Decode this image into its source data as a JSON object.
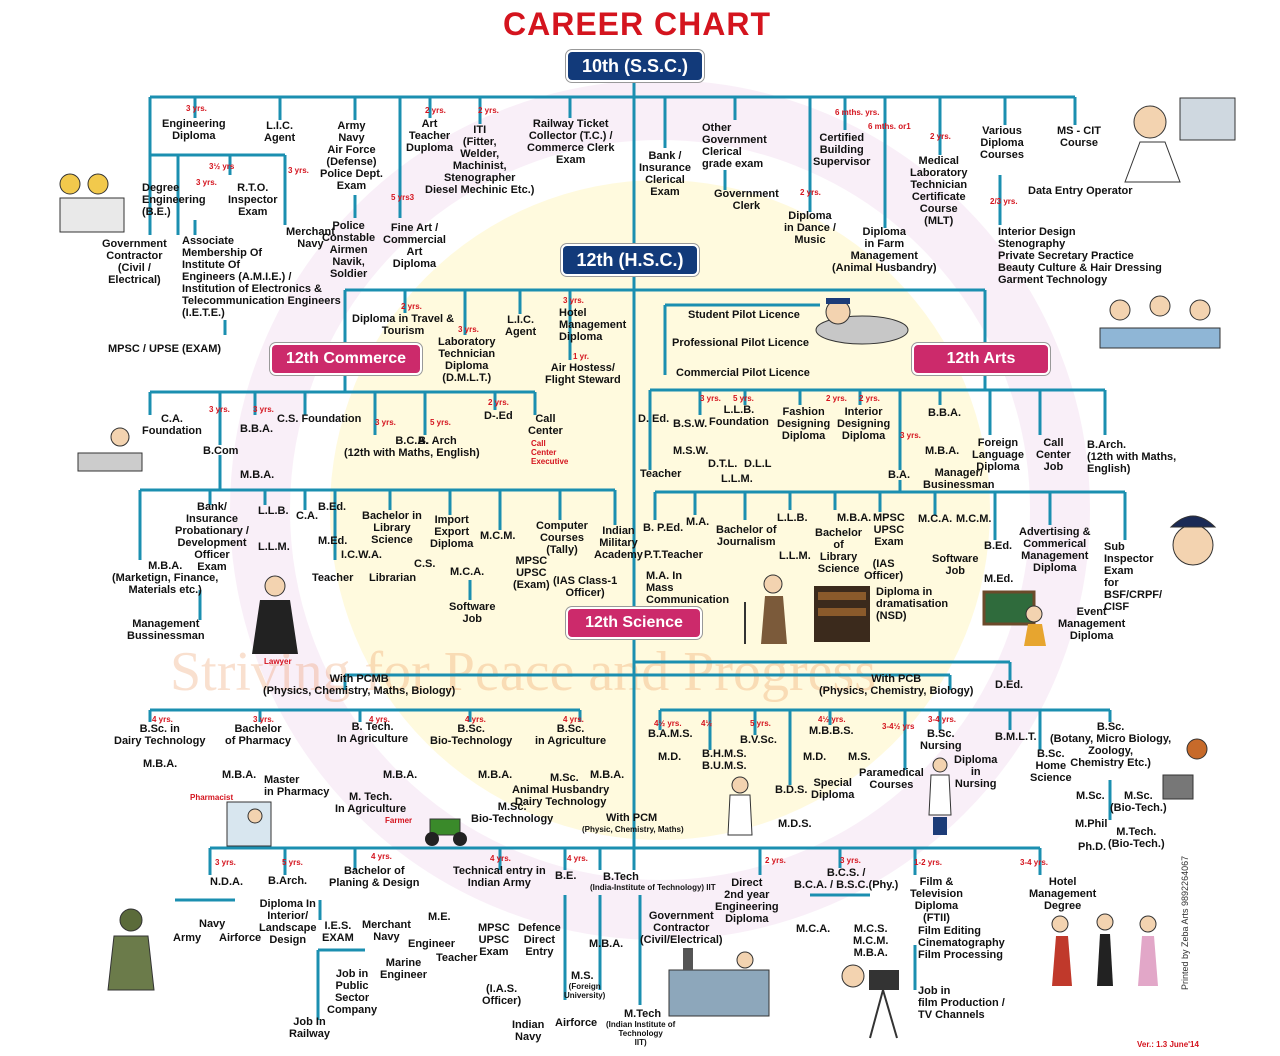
{
  "title": "CAREER CHART",
  "watermark": "Striving for Peace and Progress",
  "version": "Ver.: 1.3 June'14",
  "printer": "Printed by Zeba Arts 9892264067",
  "colors": {
    "line": "#1b8fb0",
    "title_red": "#d4141e",
    "navy_box": "#123a7a",
    "pink_box": "#cc2a6b",
    "label": "#111111"
  },
  "icons": [
    "engineers-icon",
    "computer-worker-icon",
    "pilot-plane-icon",
    "group-meeting-icon",
    "technician-icon",
    "police-icon",
    "lawyer-icon",
    "speaker-icon",
    "library-icon",
    "teacher-board-icon",
    "doctor-icon",
    "nurse-icon",
    "microscope-icon",
    "pharmacist-icon",
    "tractor-icon",
    "soldier-icon",
    "factory-icon",
    "cameraman-icon",
    "dancers-icon"
  ],
  "nodes": {
    "ssc": "10th (S.S.C.)",
    "hsc": "12th (H.S.C.)",
    "commerce": "12th Commerce",
    "arts": "12th Arts",
    "science": "12th Science"
  },
  "ssc_branch": {
    "engg_dip": "Engineering\nDiploma",
    "lic": "L.I.C.\nAgent",
    "army": "Army\nNavy\nAir Force\n(Defense)\nPolice Dept.\nExam",
    "art_teacher": "Art\nTeacher\nDuploma",
    "iti": "ITI\n(Fitter,\nWelder,\nMachinist,\nStenographer\nDiesel Mechinic Etc.)",
    "railway": "Railway Ticket\nCollector (T.C.) /\nCommerce Clerk\nExam",
    "bank": "Bank /\nInsurance\nClerical\nExam",
    "other_govt": "Other\nGovernment\nClerical\ngrade exam",
    "govt_clerk": "Government\nClerk",
    "building": "Certified\nBuilding\nSupervisor",
    "mlt": "Medical\nLaboratory\nTechnician\nCertificate\nCourse\n(MLT)",
    "various_dip": "Various\nDiploma\nCourses",
    "ms_cit": "MS - CIT\nCourse",
    "data_entry": "Data Entry Operator",
    "degree_engg": "Degree\nEngineering\n(B.E.)",
    "rto": "R.T.O.\nInspector\nExam",
    "merchant_navy": "Merchant\nNavy",
    "govt_contractor": "Government\nContractor\n(Civil /\nElectrical)",
    "amie": "Associate\nMembership Of\nInstitute Of\nEngineers (A.M.I.E.) /\nInstitution of Electronics &\nTelecommunication Engineers\n(I.E.T.E.)",
    "police": "Police\nConstable\nAirmen\nNavik,\nSoldier",
    "fine_art": "Fine Art /\nCommercial\nArt\nDiploma",
    "dance": "Diploma\nin Dance /\nMusic",
    "farm": "Diploma\nin Farm\nManagement\n(Animal Husbandry)",
    "interior_list": "Interior Design\nStenography\nPrivate Secretary Practice\nBeauty Culture & Hair Dressing\nGarment Technology",
    "mpsc": "MPSC / UPSE (EXAM)"
  },
  "hsc_branch": {
    "travel": "Diploma in Travel &\nTourism",
    "dmlt": "Laboratory\nTechnician\nDiploma\n(D.M.L.T.)",
    "lic": "L.I.C.\nAgent",
    "hotel": "Hotel\nManagement\nDiploma",
    "hostess": "Air Hostess/\nFlight Steward",
    "student_pilot": "Student Pilot Licence",
    "pro_pilot": "Professional Pilot Licence",
    "com_pilot": "Commercial Pilot Licence"
  },
  "commerce_branch": {
    "ca_found": "C.A.\nFoundation",
    "bcom": "B.Com",
    "bba": "B.B.A.",
    "cs_found": "C.S. Foundation",
    "bca": "B.C.A.\n(12th with Maths, English)",
    "barch": "B. Arch",
    "ded": "D-.Ed",
    "call_center": "Call\nCenter",
    "call_exec": "Call\nCenter\nExecutive",
    "mba_top": "M.B.A.",
    "bank_po": "Bank/\nInsurance\nProbationary /\nDevelopment\nOfficer\nExam",
    "llb": "L.L.B.",
    "llm": "L.L.M.",
    "ca": "C.A.",
    "bed": "B.Ed.",
    "med": "M.Ed.",
    "blib": "Bachelor in\nLibrary\nScience",
    "icwa": "I.C.W.A.",
    "cs": "C.S.",
    "teacher": "Teacher",
    "librarian": "Librarian",
    "import_export": "Import\nExport\nDiploma",
    "mcm": "M.C.M.",
    "mca": "M.C.A.",
    "software": "Software\nJob",
    "mpsc": "MPSC\nUPSC\n(Exam)",
    "tally": "Computer\nCourses\n(Tally)",
    "ias": "(IAS Class-1\nOfficer)",
    "military": "Indian\nMilitary\nAcademy",
    "mba_list": "M.B.A.\n(Marketign, Finance,\nMaterials etc.)",
    "mgmt": "Management\nBussinessman",
    "lawyer": "Lawyer"
  },
  "arts_branch": {
    "ded": "D. Ed.",
    "teacher": "Teacher",
    "bsw": "B.S.W.",
    "msw": "M.S.W.",
    "llb_found": "L.L.B.\nFoundation",
    "dtl": "D.T.L.",
    "dll": "D.L.L",
    "llm": "L.L.M.",
    "fashion": "Fashion\nDesigning\nDiploma",
    "interior": "Interior\nDesigning\nDiploma",
    "bba": "B.B.A.",
    "mba": "M.B.A.",
    "manager": "Manager/\nBusinessman",
    "ba": "B.A.",
    "foreign": "Foreign\nLanguage\nDiploma",
    "call_center": "Call\nCenter\nJob",
    "barch": "B.Arch.\n(12th with Maths,\nEnglish)",
    "bped": "B. P.Ed.",
    "ma": "M.A.",
    "pt_teacher": "P.T.Teacher",
    "ma_mass": "M.A. In\nMass\nCommunication",
    "journalism": "Bachelor of\nJournalism",
    "llb": "L.L.B.",
    "llm2": "L.L.M.",
    "blib": "Bachelor\nof\nLibrary\nScience",
    "mba2": "M.B.A.",
    "mpsc": "MPSC\nUPSC\nExam",
    "ias": "(IAS\nOfficer)",
    "mca": "M.C.A.",
    "mcm": "M.C.M.",
    "software": "Software\nJob",
    "bed": "B.Ed.",
    "med": "M.Ed.",
    "nsd": "Diploma in\ndramatisation\n(NSD)",
    "advertising": "Advertising &\nCommerical\nManagement\nDiploma",
    "event": "Event\nManagement\nDiploma",
    "sub_inspector": "Sub\nInspector\nExam\nfor\nBSF/CRPF/\nCISF"
  },
  "science_branch": {
    "pcmb": "With PCMB\n(Physics, Chemistry, Maths, Biology)",
    "pcb": "With PCB\n(Physics, Chemistry, Biology)",
    "ded": "D.Ed.",
    "bsc_dairy": "B.Sc. in\nDairy Technology",
    "mba1": "M.B.A.",
    "bpharm": "Bachelor\nof Pharmacy",
    "mba2": "M.B.A.",
    "mpharm": "Master\nin Pharmacy",
    "pharmacist": "Pharmacist",
    "btech_agri": "B. Tech.\nIn Agriculture",
    "mtech_agri": "M. Tech.\nIn Agriculture",
    "mba3": "M.B.A.",
    "farmer": "Farmer",
    "bsc_bio": "B.Sc.\nBio-Technology",
    "mba4": "M.B.A.",
    "msc_bio": "M.Sc.\nBio-Technology",
    "bsc_agri": "B.Sc.\nin Agriculture",
    "msc": "M.Sc.",
    "mba5": "M.B.A.",
    "animal": "Animal Husbandry\nDairy Technology",
    "pcm": "With PCM",
    "pcm_sub": "(Physic, Chemistry, Maths)",
    "bams": "B.A.M.S.",
    "md1": "M.D.",
    "bhms": "B.H.M.S.\nB.U.M.S.",
    "bvsc": "B.V.Sc.",
    "bds": "B.D.S.",
    "mds": "M.D.S.",
    "mbbs": "M.B.B.S.",
    "md2": "M.D.",
    "ms": "M.S.",
    "special": "Special\nDiploma",
    "paramedical": "Paramedical\nCourses",
    "bsc_nursing": "B.Sc.\nNursing",
    "dip_nursing": "Diploma\nin\nNursing",
    "bmlt": "B.M.L.T.",
    "home_sci": "B.Sc.\nHome\nScience",
    "bsc_bot": "B.Sc.\n(Botany, Micro Biology,\nZoology,\nChemistry Etc.)",
    "msc2": "M.Sc.",
    "msc_biotech": "M.Sc.\n(Bio-Tech.)",
    "mphil": "M.Phil",
    "phd": "Ph.D.",
    "mtech_bio": "M.Tech.\n(Bio-Tech.)"
  },
  "pcm_branch": {
    "nda": "N.D.A.",
    "army": "Army",
    "navy": "Navy",
    "airforce": "Airforce",
    "barch": "B.Arch.",
    "dip_interior": "Diploma In\nInterior/\nLandscape\nDesign",
    "bplan": "Bachelor of\nPlaning & Design",
    "ies": "I.E.S.\nEXAM",
    "psu": "Job in\nPublic\nSector\nCompany",
    "railway": "Job In\nRailway",
    "merchant": "Merchant\nNavy",
    "marine": "Marine\nEngineer",
    "me": "M.E.",
    "engineer": "Engineer",
    "teacher": "Teacher",
    "tech_army": "Technical entry in\nIndian Army",
    "mpsc": "MPSC\nUPSC\nExam",
    "ias": "(I.A.S.\nOfficer)",
    "defence": "Defence\nDirect\nEntry",
    "indian_navy": "Indian\nNavy",
    "airforce2": "Airforce",
    "be": "B.E.",
    "btech": "B.Tech",
    "btech_sub": "(India-Institute of Technology) IIT",
    "mba": "M.B.A.",
    "ms": "M.S.",
    "ms_sub": "(Foreign\nUniversity)",
    "mtech": "M.Tech",
    "mtech_sub": "(Indian Institute of\nTechnology\nIIT)",
    "govt_contractor": "Government\nContractor\n(Civil/Electrical)",
    "direct": "Direct\n2nd year\nEngineering\nDiploma",
    "bcs": "B.C.S. /\nB.C.A. / B.S.C.(Phy.)",
    "mca": "M.C.A.",
    "mcs": "M.C.S.\nM.C.M.\nM.B.A.",
    "film": "Film &\nTelevision\nDiploma\n(FTII)",
    "film_list": "Film Editing\nCinematography\nFilm Processing",
    "film_job": "Job in\nfilm Production /\nTV Channels",
    "hotel": "Hotel\nManagement\nDegree"
  },
  "durations": [
    {
      "text": "3 yrs.",
      "n": "d1"
    },
    {
      "text": "2 yrs.",
      "n": "d2"
    },
    {
      "text": "2 yrs.",
      "n": "d3"
    },
    {
      "text": "3½ yrs",
      "n": "d4"
    },
    {
      "text": "3 yrs.",
      "n": "d5"
    },
    {
      "text": "3 yrs.",
      "n": "d6"
    },
    {
      "text": "5 yrs3",
      "n": "d7"
    },
    {
      "text": "6 mths. yrs.",
      "n": "d8"
    },
    {
      "text": "6 mths. or1",
      "n": "d9"
    },
    {
      "text": "2 yrs.",
      "n": "d10"
    },
    {
      "text": "2/3 yrs.",
      "n": "d11"
    },
    {
      "text": "2 yrs.",
      "n": "d12"
    },
    {
      "text": "2 yrs.",
      "n": "d13"
    },
    {
      "text": "3 yrs.",
      "n": "d14"
    },
    {
      "text": "3 yrs.",
      "n": "d15"
    },
    {
      "text": "1 yr.",
      "n": "d16"
    },
    {
      "text": "3 yrs.",
      "n": "d17"
    },
    {
      "text": "3 yrs.",
      "n": "d18"
    },
    {
      "text": "3 yrs.",
      "n": "d19"
    },
    {
      "text": "5 yrs.",
      "n": "d20"
    },
    {
      "text": "2 yrs.",
      "n": "d21"
    },
    {
      "text": "3 yrs.",
      "n": "d22"
    },
    {
      "text": "5 yrs.",
      "n": "d23"
    },
    {
      "text": "2 yrs.",
      "n": "d24"
    },
    {
      "text": "2 yrs.",
      "n": "d25"
    },
    {
      "text": "3 yrs.",
      "n": "d26"
    },
    {
      "text": "4 yrs.",
      "n": "d27"
    },
    {
      "text": "3 yrs.",
      "n": "d28"
    },
    {
      "text": "4 yrs.",
      "n": "d29"
    },
    {
      "text": "4 yrs.",
      "n": "d30"
    },
    {
      "text": "4 yrs.",
      "n": "d31"
    },
    {
      "text": "4½ yrs.",
      "n": "d32"
    },
    {
      "text": "4½",
      "n": "d33"
    },
    {
      "text": "5 yrs.",
      "n": "d34"
    },
    {
      "text": "4½ yrs.",
      "n": "d35"
    },
    {
      "text": "3-4½ yrs",
      "n": "d36"
    },
    {
      "text": "3-4 yrs.",
      "n": "d37"
    },
    {
      "text": "3 yrs.",
      "n": "d38"
    },
    {
      "text": "5 yrs.",
      "n": "d39"
    },
    {
      "text": "4 yrs.",
      "n": "d40"
    },
    {
      "text": "4 yrs.",
      "n": "d41"
    },
    {
      "text": "4 yrs.",
      "n": "d42"
    },
    {
      "text": "2 yrs.",
      "n": "d43"
    },
    {
      "text": "3 yrs.",
      "n": "d44"
    },
    {
      "text": "1-2 yrs.",
      "n": "d45"
    },
    {
      "text": "3-4 yrs.",
      "n": "d46"
    }
  ]
}
